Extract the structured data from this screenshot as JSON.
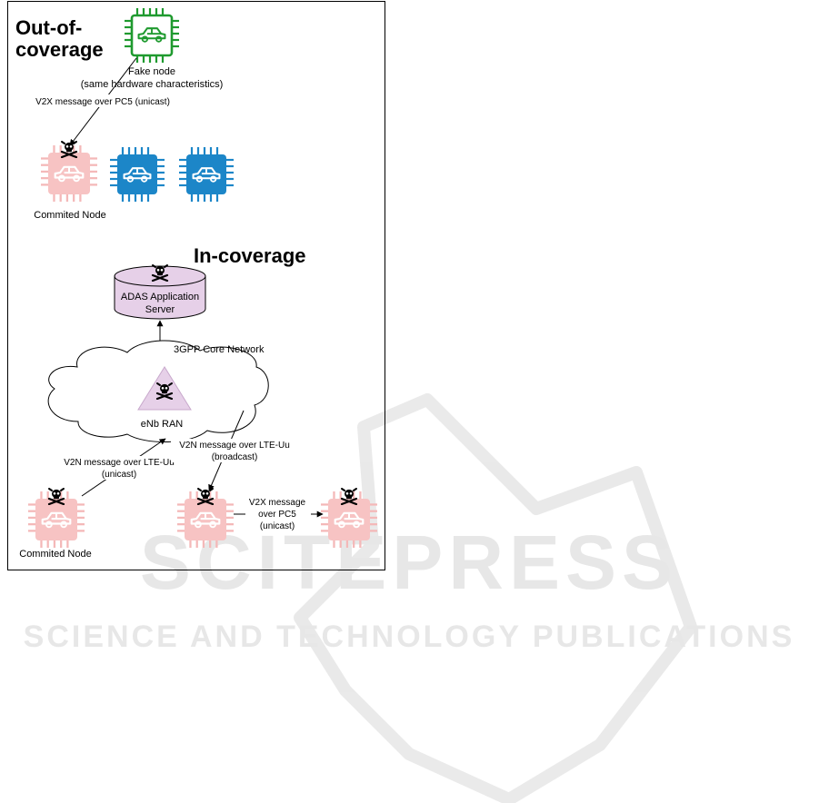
{
  "watermark": {
    "main": "SCITEPRESS",
    "sub": "SCIENCE AND TECHNOLOGY PUBLICATIONS"
  },
  "out_of_coverage": {
    "title_line1": "Out-of-",
    "title_line2": "coverage",
    "fake_node_label1": "Fake node",
    "fake_node_label2": "(same hardware characteristics)",
    "v2x_message": "V2X message over PC5 (unicast)",
    "committed_node_label": "Commited Node"
  },
  "in_coverage": {
    "title": "In-coverage",
    "server_label1": "ADAS Application",
    "server_label2": "Server",
    "core_network": "3GPP Core Network",
    "ran_label": "eNb RAN",
    "v2n_unicast1": "V2N message over LTE-Uu",
    "v2n_unicast2": "(unicast)",
    "v2n_broadcast1": "V2N message over LTE-Uu",
    "v2n_broadcast2": "(broadcast)",
    "v2x_pc5_1": "V2X message",
    "v2x_pc5_2": "over PC5",
    "v2x_pc5_3": "(unicast)",
    "committed_node_label": "Commited Node"
  },
  "colors": {
    "fake_node_green": "#1f9a2f",
    "normal_node_blue": "#1c86c8",
    "committed_node_pink": "#f4b8b8",
    "server_fill": "#e6d0e8",
    "ran_fill": "#e6d0e8"
  }
}
